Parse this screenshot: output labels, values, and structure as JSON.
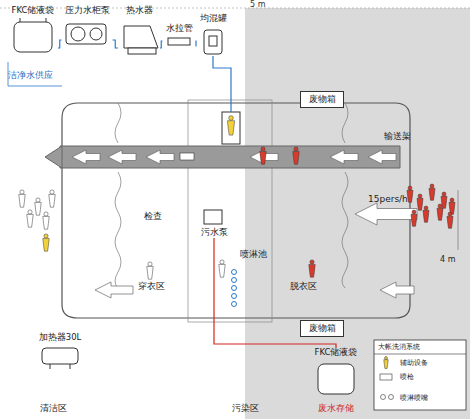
{
  "diagram": {
    "nodes": [
      {
        "text": [
          "FKC储液袋"
        ]
      },
      {
        "text": [
          "压力水柜泵"
        ]
      },
      {
        "text": [
          "热水器"
        ]
      },
      {
        "text": [
          "水拉管"
        ]
      },
      {
        "text": [
          "均混罐"
        ]
      },
      {
        "text": [
          "废物箱"
        ]
      },
      {
        "text": [
          "污水泵"
        ]
      },
      {
        "text": [
          "废物箱"
        ]
      },
      {
        "text": [
          "加热器30L"
        ]
      },
      {
        "text": [
          "FKC储液袋"
        ]
      }
    ],
    "edges": [
      {
        "from": 0,
        "to": 1,
        "arrow": "none"
      },
      {
        "from": 1,
        "to": 2,
        "arrow": "none"
      },
      {
        "from": 2,
        "to": 3,
        "arrow": "none"
      },
      {
        "from": 3,
        "to": 4,
        "arrow": "none"
      },
      {
        "from": 6,
        "to": 9,
        "arrow": "none"
      }
    ],
    "labels": [
      "洁净水供应",
      "5 m",
      "输送架",
      "15pers/h",
      "4 m",
      "检查",
      "喷淋池",
      "穿衣区",
      "脱衣区",
      "废水存储",
      "清洁区",
      "污染区",
      "大帐洗消系统"
    ],
    "legend": [
      {
        "text": "辅助设备"
      },
      {
        "text": "喷枪"
      },
      {
        "text": "喷淋喷嘴"
      }
    ]
  }
}
